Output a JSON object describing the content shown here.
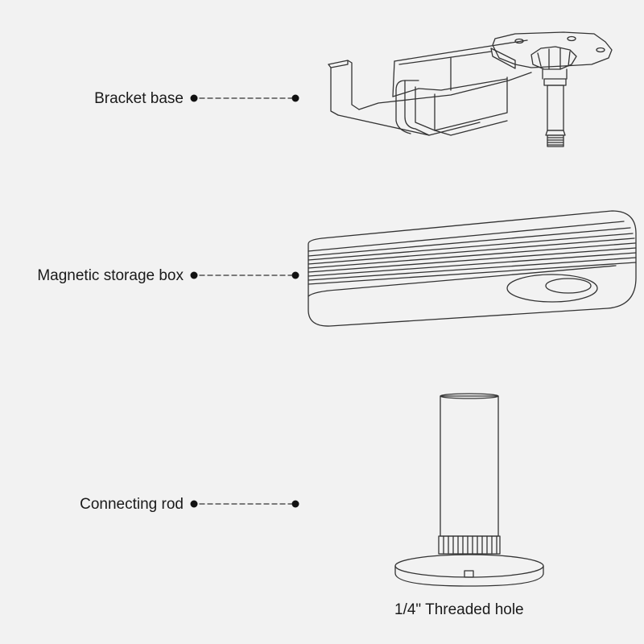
{
  "callouts": {
    "bracket_base": "Bracket base",
    "storage_box": "Magnetic storage box",
    "connecting_rod": "Connecting rod",
    "threaded_hole": "1/4\" Threaded hole"
  },
  "colors": {
    "background": "#f2f2f2",
    "line": "#333333",
    "text": "#1a1a1a"
  }
}
